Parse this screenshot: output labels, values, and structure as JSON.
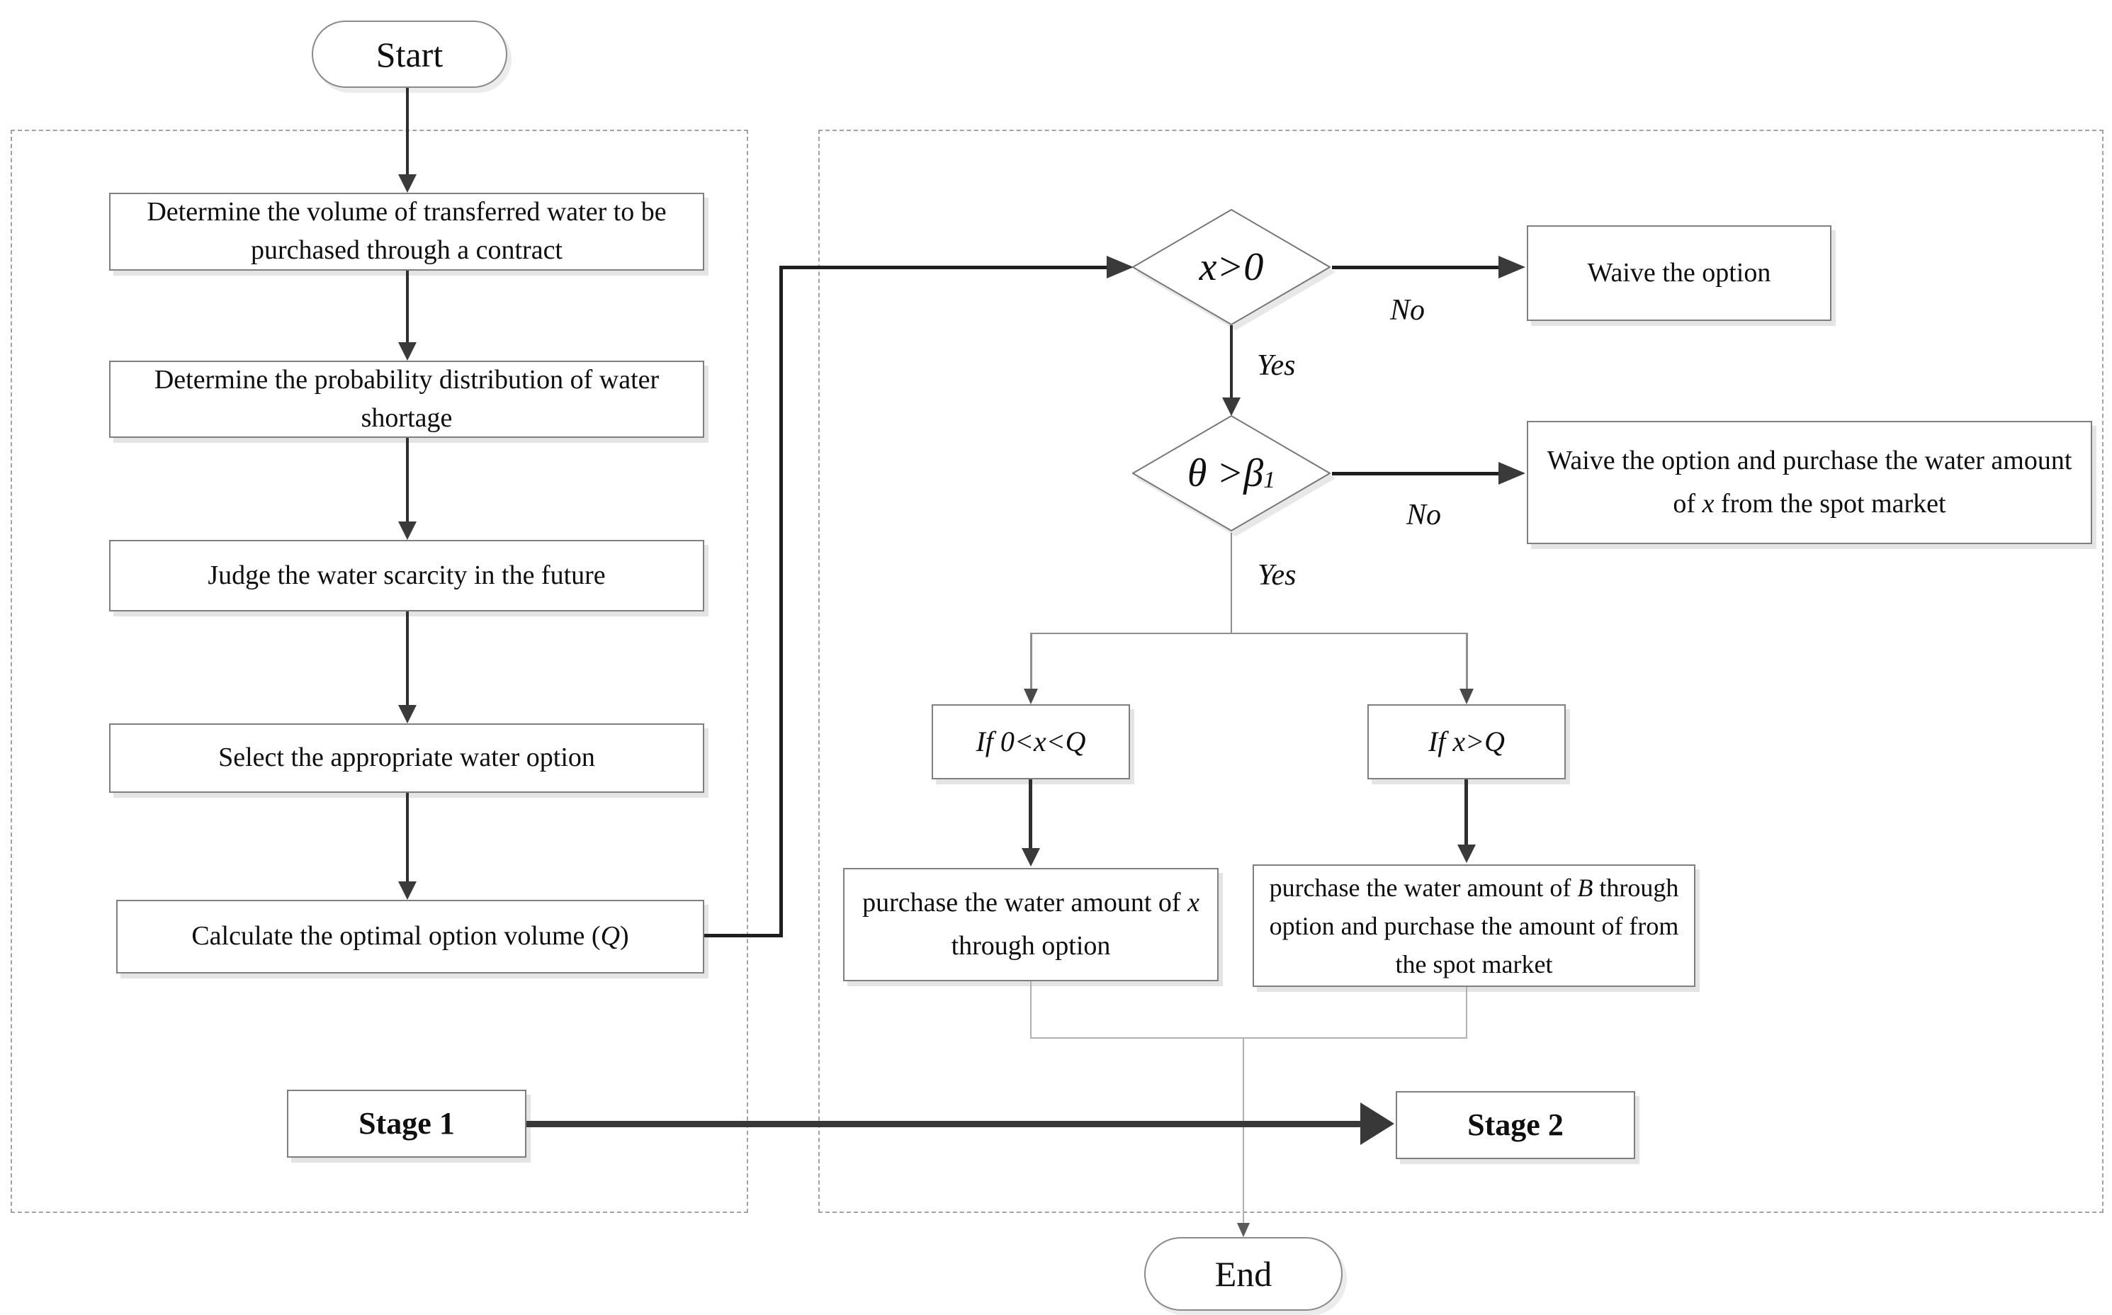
{
  "figure_type": "flowchart",
  "colors": {
    "background": "#ffffff",
    "text": "#0f0f0f",
    "box_border": "#7f7f7f",
    "diamond_border": "#777777",
    "panel_border": "#a3a3a3",
    "arrow": "#2f2f2f",
    "arrowhead": "#3a3a3a",
    "light_line": "#8f8f8f"
  },
  "terminals": {
    "start": "Start",
    "end": "End"
  },
  "stage1": {
    "label": "Stage 1",
    "steps": [
      "Determine the volume of transferred water to be purchased through a contract",
      "Determine the probability distribution of water shortage",
      "Judge the water scarcity in the  future",
      "Select the appropriate water option"
    ],
    "calc_step": {
      "pre": "Calculate the optimal option volume (",
      "var": "Q",
      "post": ")"
    }
  },
  "stage2": {
    "label": "Stage 2",
    "decision1": {
      "label": "x>0",
      "no": "No",
      "yes": "Yes"
    },
    "decision2": {
      "main": "θ >β",
      "sub": "1",
      "no": "No",
      "yes": "Yes"
    },
    "waive_option": "Waive the option",
    "waive_spot": {
      "pre": "Waive the option and purchase the water amount of ",
      "var": "x",
      "post": " from the spot market"
    },
    "branch1": {
      "cond": "If  0<x<Q",
      "action": {
        "pre": "purchase the water amount of ",
        "var": "x",
        "post": " through option"
      }
    },
    "branch2": {
      "cond": "If  x>Q",
      "action": {
        "pre": "purchase the water amount of  ",
        "var": "B",
        "post": " through option and purchase the amount of  from the spot market"
      }
    }
  }
}
